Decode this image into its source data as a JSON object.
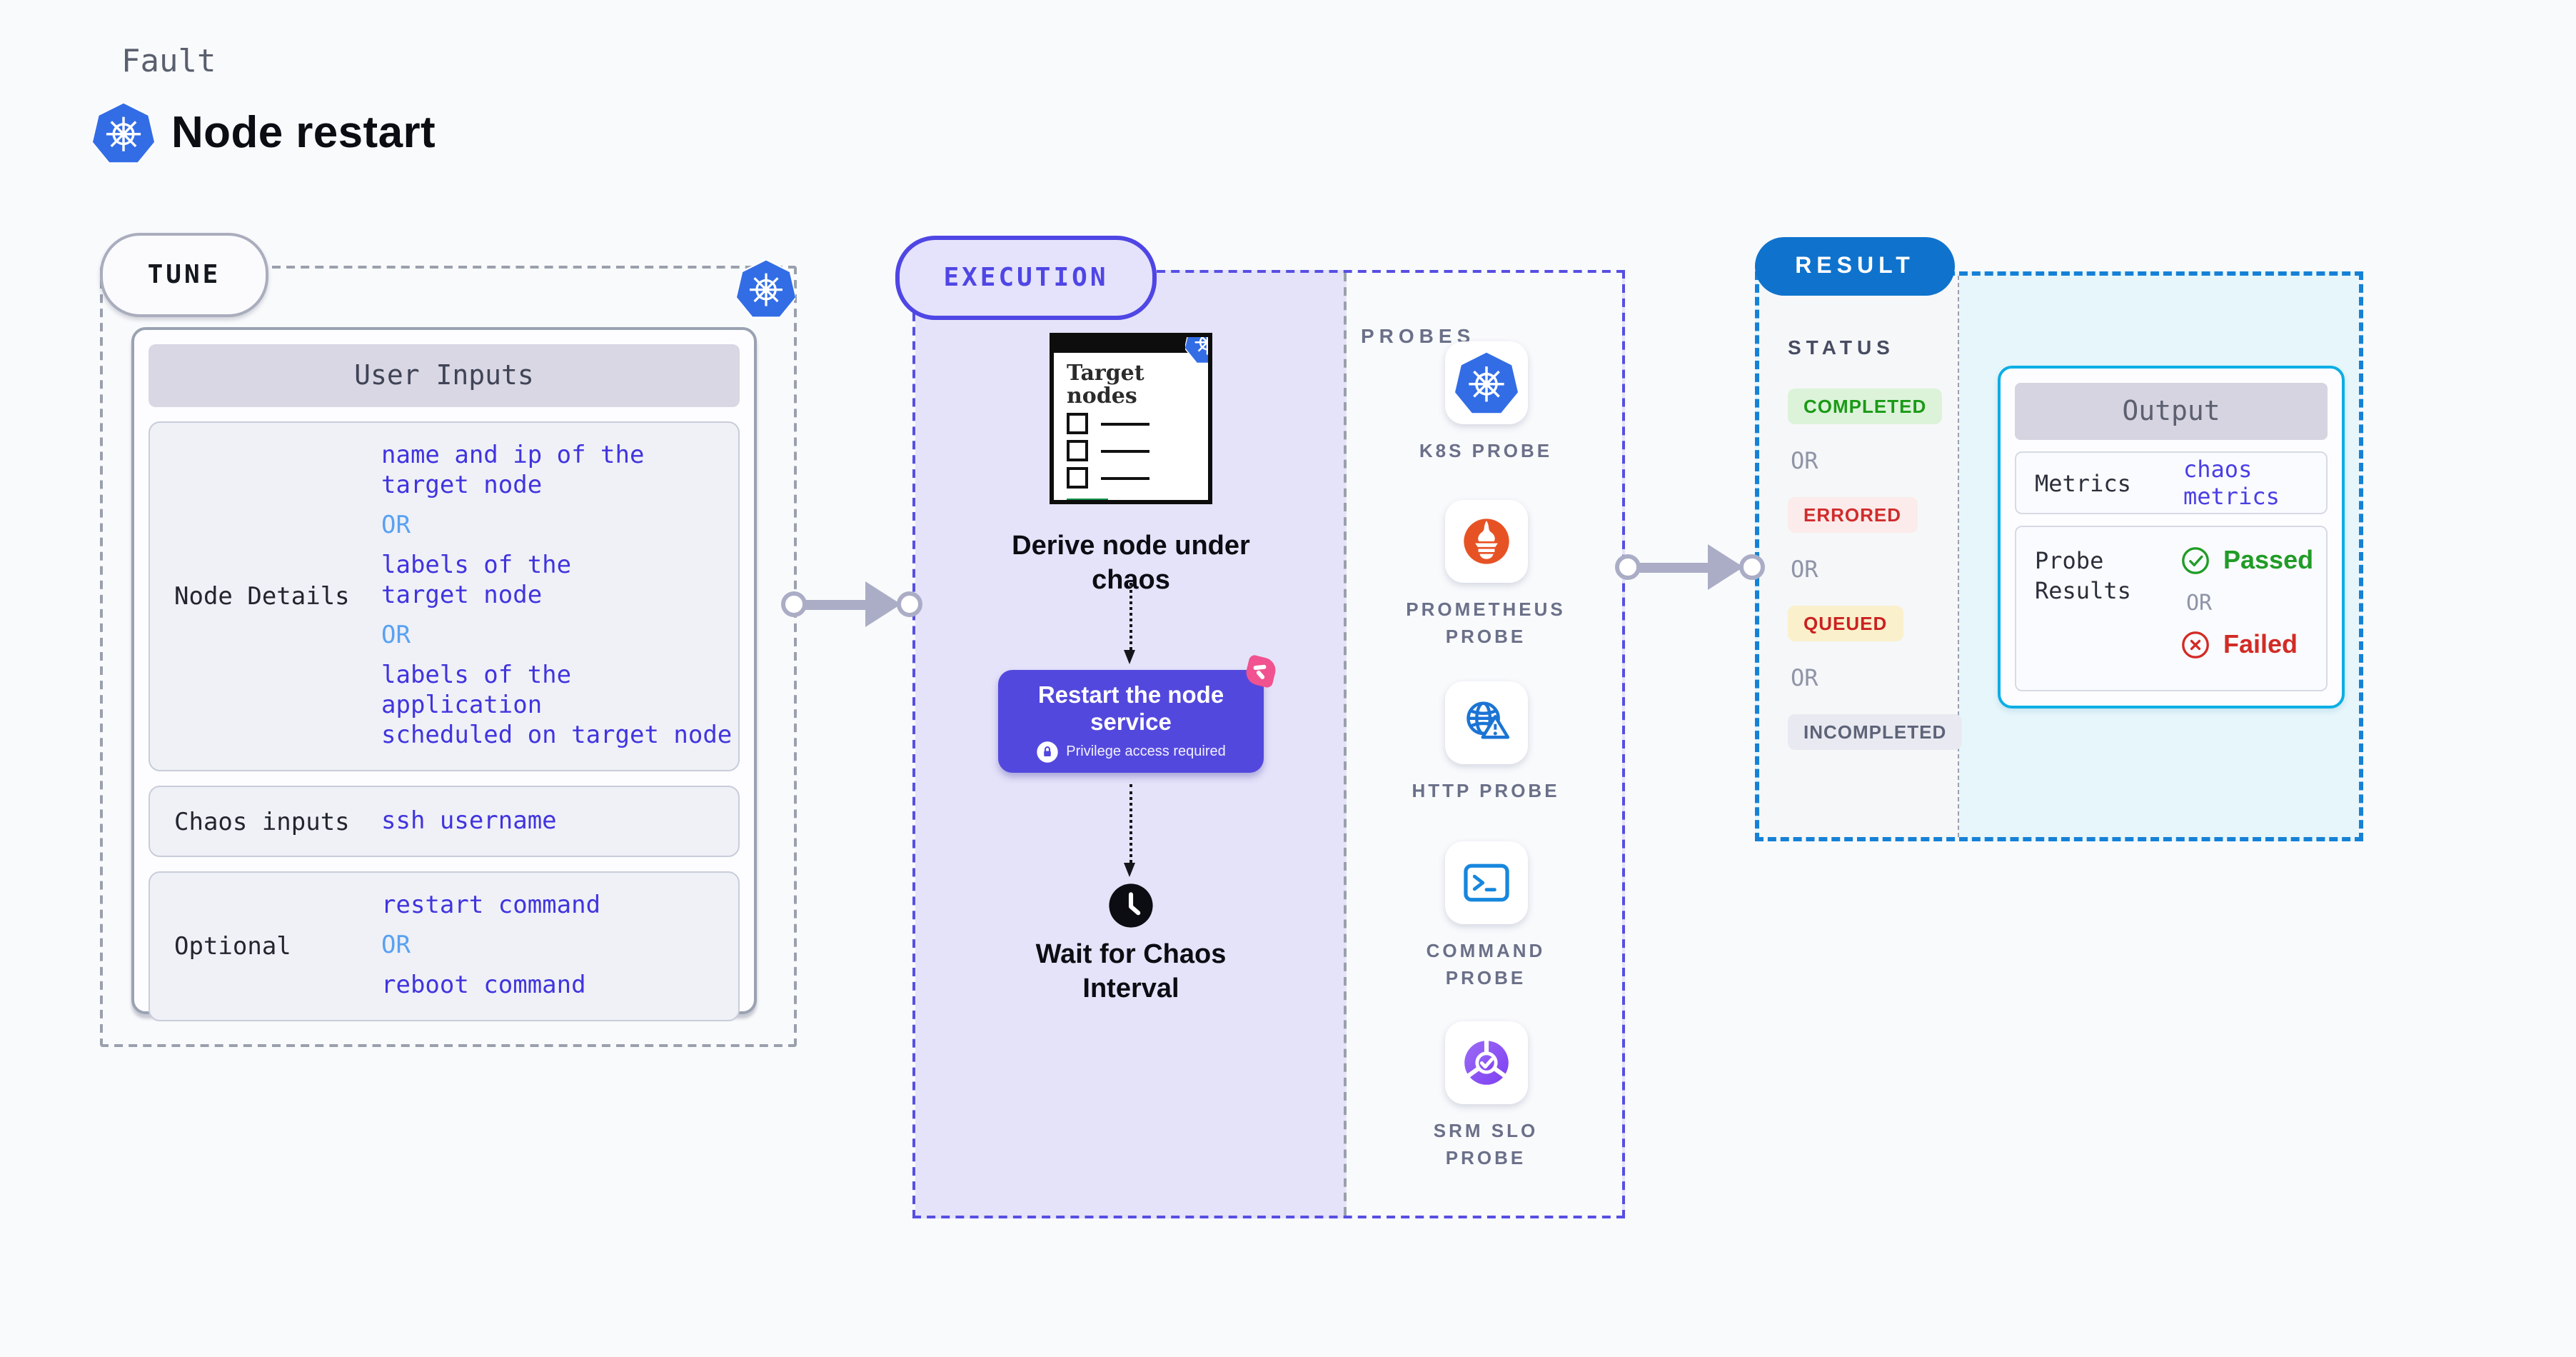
{
  "page": {
    "kicker": "Fault",
    "title": "Node restart"
  },
  "colors": {
    "kubernetes_blue": "#326de6",
    "execution_accent": "#4f46e5",
    "execution_fill": "#e5e3f9",
    "restart_box": "#5348dd",
    "result_pill": "#0f73cd",
    "result_dash": "#1581d6",
    "output_border": "#0caee5",
    "value_indigo": "#4134de",
    "or_blue": "#59a1f1",
    "green": "#1b9a16",
    "red": "#d02c2c",
    "queued_bg": "#faf0cc",
    "prometheus_orange": "#e75225",
    "pink_badge": "#f0538f",
    "target_green": "#15904b"
  },
  "tune": {
    "pill": "TUNE",
    "table_header": "User Inputs",
    "rows": [
      {
        "label": "Node Details",
        "values": [
          {
            "style": "value",
            "lines": [
              "name and ip of the",
              "target node"
            ]
          },
          {
            "style": "or",
            "lines": [
              "OR"
            ]
          },
          {
            "style": "value",
            "lines": [
              "labels of the",
              "target node"
            ]
          },
          {
            "style": "or",
            "lines": [
              "OR"
            ]
          },
          {
            "style": "value",
            "lines": [
              "labels of the application",
              "scheduled on target node"
            ]
          }
        ]
      },
      {
        "label": "Chaos inputs",
        "values": [
          {
            "style": "value",
            "lines": [
              "ssh username"
            ]
          }
        ]
      },
      {
        "label": "Optional",
        "values": [
          {
            "style": "value",
            "lines": [
              "restart command"
            ]
          },
          {
            "style": "or",
            "lines": [
              "OR"
            ]
          },
          {
            "style": "value",
            "lines": [
              "reboot command"
            ]
          }
        ]
      }
    ]
  },
  "execution": {
    "pill": "EXECUTION",
    "window_title_lines": [
      "Target",
      "nodes"
    ],
    "derive_caption": "Derive node under chaos",
    "restart_title": "Restart the node service",
    "restart_sub": "Privilege access required",
    "wait_caption": "Wait for Chaos Interval",
    "probes_header": "PROBES",
    "probes": [
      {
        "label": "K8S PROBE",
        "icon": "kubernetes-icon"
      },
      {
        "label": "PROMETHEUS PROBE",
        "icon": "prometheus-icon"
      },
      {
        "label": "HTTP PROBE",
        "icon": "globe-warning-icon"
      },
      {
        "label": "COMMAND PROBE",
        "icon": "terminal-icon"
      },
      {
        "label": "SRM SLO PROBE",
        "icon": "slo-pie-check-icon"
      }
    ]
  },
  "result": {
    "pill": "RESULT",
    "status_header": "STATUS",
    "statuses": [
      {
        "text": "COMPLETED",
        "kind": "completed"
      },
      {
        "text": "OR",
        "kind": "or"
      },
      {
        "text": "ERRORED",
        "kind": "errored"
      },
      {
        "text": "OR",
        "kind": "or"
      },
      {
        "text": "QUEUED",
        "kind": "queued"
      },
      {
        "text": "OR",
        "kind": "or"
      },
      {
        "text": "INCOMPLETED",
        "kind": "incompleted"
      }
    ],
    "output": {
      "header": "Output",
      "metrics_label": "Metrics",
      "metrics_value": "chaos metrics",
      "probe_results_label_lines": [
        "Probe",
        "Results"
      ],
      "passed": "Passed",
      "or": "OR",
      "failed": "Failed"
    }
  }
}
